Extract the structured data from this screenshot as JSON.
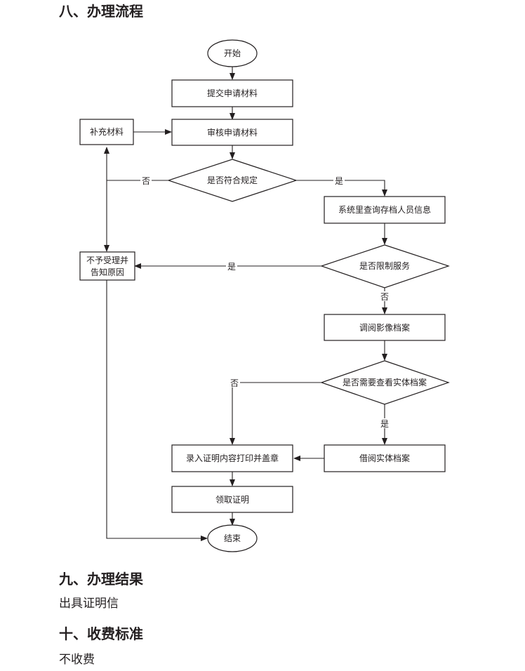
{
  "sections": {
    "process": {
      "heading": "八、办理流程"
    },
    "result": {
      "heading": "九、办理结果",
      "text": "出具证明信"
    },
    "fee": {
      "heading": "十、收费标准",
      "text": "不收费"
    }
  },
  "flowchart": {
    "nodes": {
      "start": "开始",
      "submit": "提交申请材料",
      "review": "审核申请材料",
      "supplement": "补充材料",
      "compliance": "是否符合规定",
      "query": "系统里查询存档人员信息",
      "reject_line1": "不予受理并",
      "reject_line2": "告知原因",
      "restricted": "是否限制服务",
      "image_archive": "调阅影像档案",
      "need_physical": "是否需要查看实体档案",
      "borrow_physical": "借阅实体档案",
      "enter_print": "录入证明内容打印并盖章",
      "collect": "领取证明",
      "end": "结束"
    },
    "edge_labels": {
      "compliance_no": "否",
      "compliance_yes": "是",
      "restricted_yes": "是",
      "restricted_no": "否",
      "need_physical_no": "否",
      "need_physical_yes": "是"
    }
  }
}
